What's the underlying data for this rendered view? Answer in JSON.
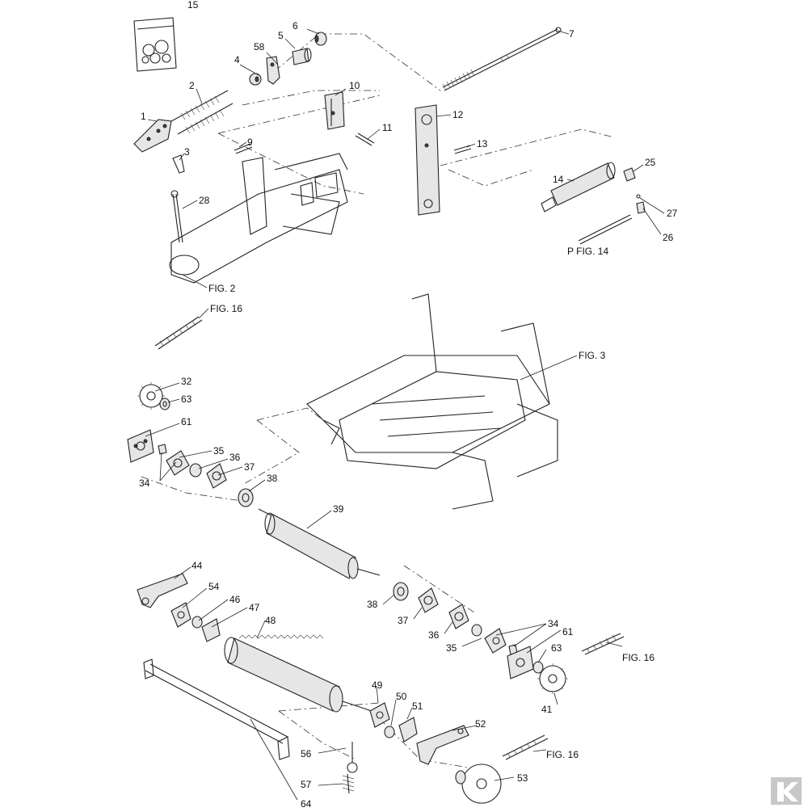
{
  "callouts": [
    {
      "id": "c15",
      "text": "15"
    },
    {
      "id": "c6",
      "text": "6"
    },
    {
      "id": "c5",
      "text": "5"
    },
    {
      "id": "c58",
      "text": "58"
    },
    {
      "id": "c4",
      "text": "4"
    },
    {
      "id": "c7",
      "text": "7"
    },
    {
      "id": "c2",
      "text": "2"
    },
    {
      "id": "c10",
      "text": "10"
    },
    {
      "id": "c1",
      "text": "1"
    },
    {
      "id": "c12",
      "text": "12"
    },
    {
      "id": "c11",
      "text": "11"
    },
    {
      "id": "c9",
      "text": "9"
    },
    {
      "id": "c13",
      "text": "13"
    },
    {
      "id": "c3",
      "text": "3"
    },
    {
      "id": "c25",
      "text": "25"
    },
    {
      "id": "c14",
      "text": "14"
    },
    {
      "id": "c28",
      "text": "28"
    },
    {
      "id": "c27",
      "text": "27"
    },
    {
      "id": "c26",
      "text": "26"
    },
    {
      "id": "cpfig14",
      "text": "P  FIG. 14"
    },
    {
      "id": "cfig2",
      "text": "FIG. 2"
    },
    {
      "id": "cfig16a",
      "text": "FIG. 16"
    },
    {
      "id": "cfig3",
      "text": "FIG. 3"
    },
    {
      "id": "c32",
      "text": "32"
    },
    {
      "id": "c63a",
      "text": "63"
    },
    {
      "id": "c61a",
      "text": "61"
    },
    {
      "id": "c35a",
      "text": "35"
    },
    {
      "id": "c36a",
      "text": "36"
    },
    {
      "id": "c37a",
      "text": "37"
    },
    {
      "id": "c34a",
      "text": "34"
    },
    {
      "id": "c38a",
      "text": "38"
    },
    {
      "id": "c39",
      "text": "39"
    },
    {
      "id": "c44",
      "text": "44"
    },
    {
      "id": "c54",
      "text": "54"
    },
    {
      "id": "c46",
      "text": "46"
    },
    {
      "id": "c47",
      "text": "47"
    },
    {
      "id": "c48",
      "text": "48"
    },
    {
      "id": "c38b",
      "text": "38"
    },
    {
      "id": "c37b",
      "text": "37"
    },
    {
      "id": "c36b",
      "text": "36"
    },
    {
      "id": "c34b",
      "text": "34"
    },
    {
      "id": "c61b",
      "text": "61"
    },
    {
      "id": "c63b",
      "text": "63"
    },
    {
      "id": "c35b",
      "text": "35"
    },
    {
      "id": "cfig16b",
      "text": "FIG. 16"
    },
    {
      "id": "c49",
      "text": "49"
    },
    {
      "id": "c50",
      "text": "50"
    },
    {
      "id": "c51",
      "text": "51"
    },
    {
      "id": "c41",
      "text": "41"
    },
    {
      "id": "c52",
      "text": "52"
    },
    {
      "id": "cfig16c",
      "text": "FIG. 16"
    },
    {
      "id": "c56",
      "text": "56"
    },
    {
      "id": "c53",
      "text": "53"
    },
    {
      "id": "c57",
      "text": "57"
    },
    {
      "id": "c64",
      "text": "64"
    }
  ],
  "brand_logo": {
    "icon": "brand-k-logo-icon",
    "color": "#c8c8c8"
  }
}
